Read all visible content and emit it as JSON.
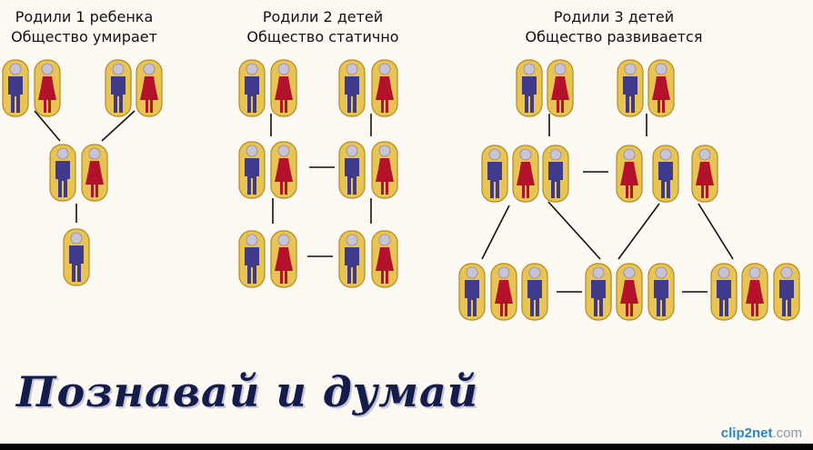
{
  "columns": [
    {
      "line1": "Родили 1 ребенка",
      "line2": "Общество умирает"
    },
    {
      "line1": "Родили 2 детей",
      "line2": "Общество статично"
    },
    {
      "line1": "Родили 3 детей",
      "line2": "Общество развивается"
    }
  ],
  "slogan": "Познавай и думай",
  "watermark": {
    "brand": "clip2net",
    "domain": ".com"
  },
  "colors": {
    "man_body": "#3f3a8c",
    "woman_body": "#b3122a",
    "halo": "#e7c453",
    "halo_edge": "#b58a24",
    "head": "#c9c3d8",
    "line": "#111111"
  }
}
